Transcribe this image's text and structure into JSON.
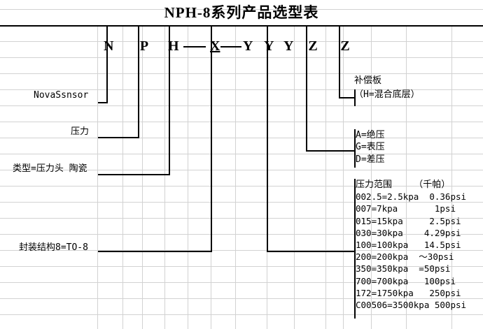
{
  "title": "NPH-8系列产品选型表",
  "code_row": {
    "parts": [
      {
        "text": "N",
        "underline": false
      },
      {
        "text": "P",
        "underline": false
      },
      {
        "text": "H",
        "underline": false
      },
      {
        "text": "X",
        "underline": true
      },
      {
        "text": "Y",
        "underline": false
      },
      {
        "text": "Y",
        "underline": false
      },
      {
        "text": "Y",
        "underline": false
      },
      {
        "text": "Z",
        "underline": false
      },
      {
        "text": "Z",
        "underline": false
      }
    ],
    "separators": [
      "—",
      "—"
    ]
  },
  "left_labels": [
    {
      "text": "NovaSsnsor"
    },
    {
      "text": "压力"
    },
    {
      "text": "类型=压力头 陶瓷"
    },
    {
      "text": "封装结构8=TO-8"
    }
  ],
  "right_groups": {
    "compensation": {
      "lines": [
        "补偿板",
        "（H=混合底层）"
      ]
    },
    "pressure_type": {
      "lines": [
        "A=绝压",
        "G=表压",
        "D=差压"
      ]
    },
    "pressure_range": {
      "header": "压力范围    （千帕）",
      "rows": [
        "002.5=2.5kpa  0.36psi",
        "007=7kpa       1psi",
        "015=15kpa     2.5psi",
        "030=30kpa    4.29psi",
        "100=100kpa   14.5psi",
        "200=200kpa  ～30psi",
        "350=350kpa  =50psi",
        "700=700kpa   100psi",
        "172=1750kpa   250psi",
        "C00506=3500kpa 500psi"
      ]
    }
  },
  "colors": {
    "grid": "#d2d2d2",
    "ink": "#000000",
    "background": "#ffffff"
  }
}
